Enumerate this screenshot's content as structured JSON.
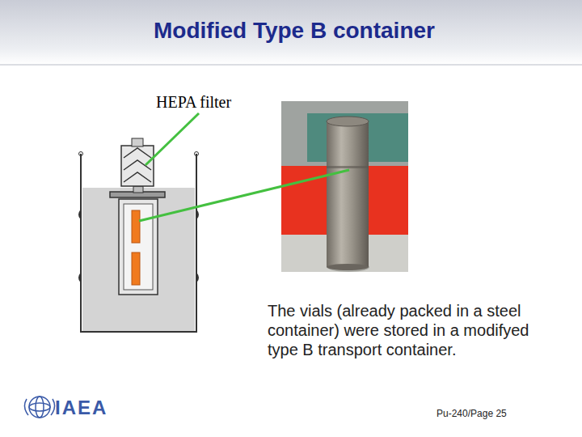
{
  "diagram": {
    "title": "Modified Type B container",
    "labels": [
      "HEPA filter",
      "The vials (already packed in a steel container) were stored in a modifyed type B transport container.",
      "IAEA",
      "Pu-240/Page 25"
    ]
  }
}
